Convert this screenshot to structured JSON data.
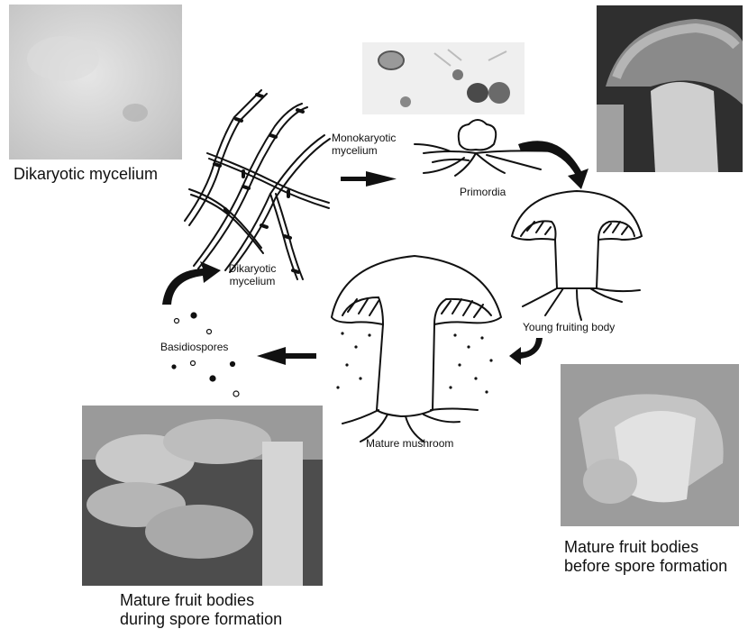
{
  "labels": {
    "dikaryotic_mycelium_photo": "Dikaryotic mycelium",
    "monokaryotic_line1": "Monokaryotic",
    "monokaryotic_line2": "mycelium",
    "primordia": "Primordia",
    "dikaryotic_line1": "Dikaryotic",
    "dikaryotic_line2": "mycelium",
    "young_fruiting_body": "Young fruiting body",
    "basidiospores": "Basidiospores",
    "mature_mushroom": "Mature mushroom",
    "before_spore_line1": "Mature fruit bodies",
    "before_spore_line2": "before spore formation",
    "during_spore_line1": "Mature fruit bodies",
    "during_spore_line2": "during spore formation"
  },
  "colors": {
    "ink": "#111111",
    "photo_light": "#d9d9d9",
    "photo_dark": "#3a3a3a"
  }
}
